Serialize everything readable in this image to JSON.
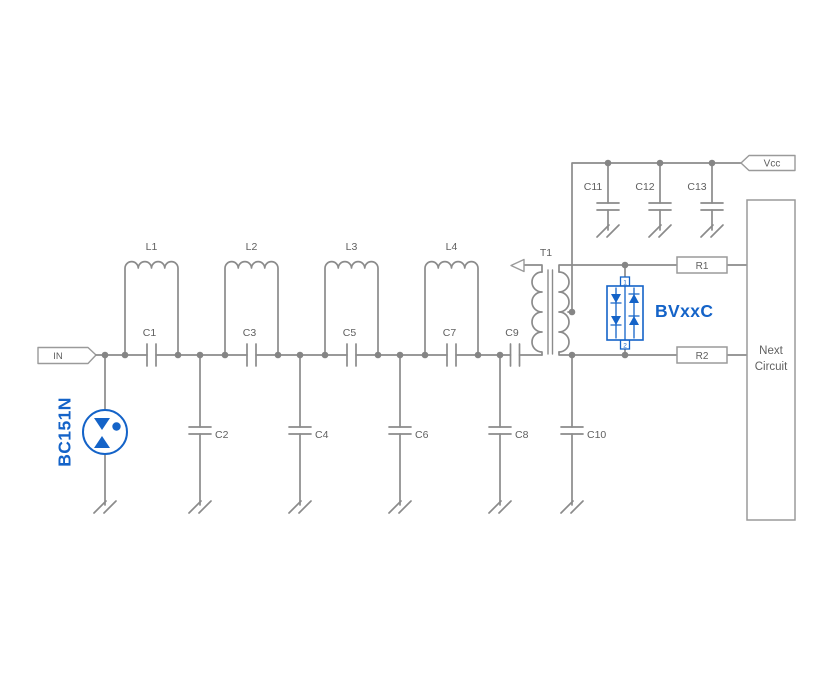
{
  "colors": {
    "wire": "#8b8b8b",
    "label": "#606060",
    "accent": "#1463c8",
    "background": "#ffffff"
  },
  "tags": {
    "input": "IN",
    "supply": "Vcc"
  },
  "inductors": [
    "L1",
    "L2",
    "L3",
    "L4"
  ],
  "series_capacitors": [
    "C1",
    "C3",
    "C5",
    "C7",
    "C9"
  ],
  "shunt_capacitors": [
    "C2",
    "C4",
    "C6",
    "C8",
    "C10"
  ],
  "supply_capacitors": [
    "C11",
    "C12",
    "C13"
  ],
  "resistors": [
    "R1",
    "R2"
  ],
  "transformer_label": "T1",
  "surge_arrester_label": "BC151N",
  "diode_bridge_label": "BVxxC",
  "diode_bridge_pins": [
    "1",
    "2"
  ],
  "next_circuit_label": {
    "line1": "Next",
    "line2": "Circuit"
  }
}
